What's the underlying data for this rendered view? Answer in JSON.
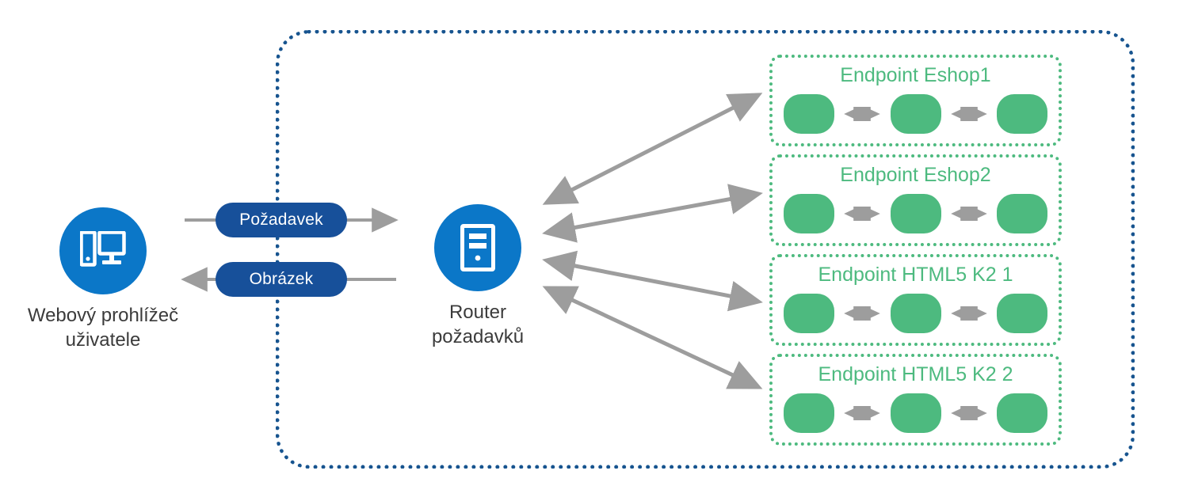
{
  "diagram": {
    "title_hidden": "",
    "colors": {
      "node_blue": "#0B77C8",
      "pill_navy": "#17509A",
      "endpoint_green": "#4DBA7F",
      "arrow_gray": "#9D9D9D",
      "container_blue": "#17548F",
      "caption_gray": "#3b3b3b"
    }
  },
  "nodes": [
    {
      "id": "browser",
      "icon": "desktop-computer-icon",
      "caption": "Webový prohlížeč\nuživatele"
    },
    {
      "id": "router",
      "icon": "server-tower-icon",
      "caption": "Router\npožadavků"
    }
  ],
  "link_pills": [
    {
      "id": "request",
      "label": "Požadavek",
      "direction": "right"
    },
    {
      "id": "image",
      "label": "Obrázek",
      "direction": "left"
    }
  ],
  "endpoints": [
    {
      "title": "Endpoint Eshop1",
      "services": 3,
      "connectors": 2
    },
    {
      "title": "Endpoint Eshop2",
      "services": 3,
      "connectors": 2
    },
    {
      "title": "Endpoint HTML5 K2 1",
      "services": 3,
      "connectors": 2
    },
    {
      "title": "Endpoint HTML5 K2 2",
      "services": 3,
      "connectors": 2
    }
  ],
  "router_links": [
    {
      "from": "router",
      "to": "Endpoint Eshop1",
      "style": "double-arrow"
    },
    {
      "from": "router",
      "to": "Endpoint Eshop2",
      "style": "double-arrow"
    },
    {
      "from": "router",
      "to": "Endpoint HTML5 K2 1",
      "style": "double-arrow"
    },
    {
      "from": "router",
      "to": "Endpoint HTML5 K2 2",
      "style": "double-arrow"
    }
  ]
}
